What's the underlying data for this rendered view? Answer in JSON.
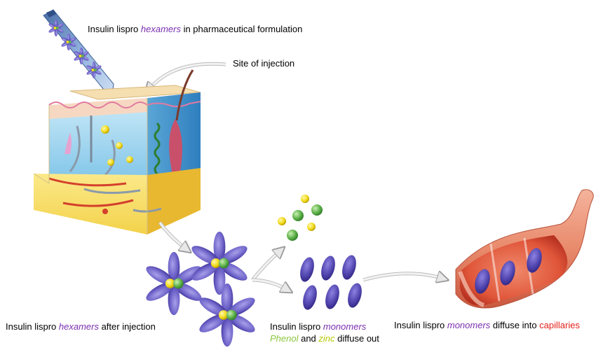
{
  "labels": {
    "formulation": {
      "prefix": "Insulin lispro ",
      "highlight": "hexamers",
      "suffix": " in pharmaceutical formulation"
    },
    "site": "Site of injection",
    "after": {
      "prefix": "Insulin lispro ",
      "highlight": "hexamers",
      "suffix": " after injection"
    },
    "monomers": {
      "prefix": "Insulin lispro ",
      "highlight": "monomers"
    },
    "diffuse_out": {
      "phenol": "Phenol",
      "and": " and ",
      "zinc": "zinc",
      "suffix": " diffuse out"
    },
    "capillaries": {
      "prefix": "Insulin lispro ",
      "highlight": "monomers",
      "middle": " diffuse into ",
      "red": "capillaries"
    }
  },
  "colors": {
    "hexamer_purple": "#5b4fb5",
    "phenol_green": "#5fb14a",
    "zinc_yellow": "#f2dc1c",
    "capillary_red": "#e3201b",
    "highlight_purple": "#7a2fb0"
  },
  "icons": [
    "syringe-icon",
    "skin-cross-section-icon",
    "hexamer-icon",
    "monomer-icon",
    "phenol-molecule-icon",
    "zinc-ion-icon",
    "capillary-vessel-icon",
    "arrow-icon"
  ]
}
